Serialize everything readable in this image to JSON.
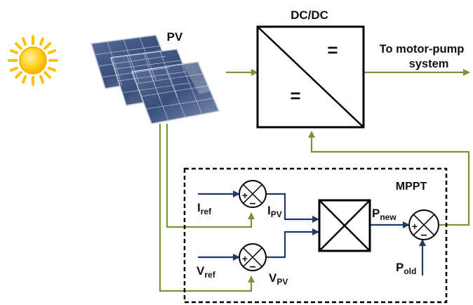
{
  "labels": {
    "pv": "PV",
    "dcdc": "DC/DC",
    "dcdc_eq_top": "=",
    "dcdc_eq_bottom": "=",
    "output_line1": "To motor-pump",
    "output_line2": "system",
    "mppt": "MPPT"
  },
  "signals": {
    "iref": {
      "main": "I",
      "sub": "ref"
    },
    "vref": {
      "main": "V",
      "sub": "ref"
    },
    "ipv": {
      "main": "I",
      "sub": "PV"
    },
    "vpv": {
      "main": "V",
      "sub": "PV"
    },
    "pnew": {
      "main": "P",
      "sub": "new"
    },
    "pold": {
      "main": "P",
      "sub": "old"
    }
  },
  "summing_signs": {
    "plus": "+",
    "minus": "−"
  },
  "icons": [
    "sun-icon",
    "solar-panel-icon",
    "multiplier-block-icon"
  ],
  "colors": {
    "power_line": "#77933c",
    "signal_line": "#1f3864",
    "sun": "#ffc000",
    "panel": "#3a4f7a",
    "text": "#111111"
  }
}
